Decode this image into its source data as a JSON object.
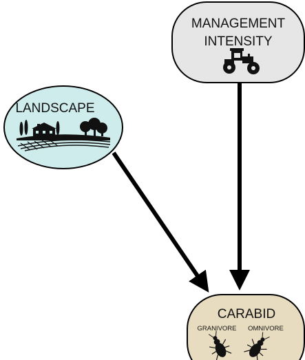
{
  "nodes": {
    "management": {
      "label_line1": "MANAGEMENT",
      "label_line2": "INTENSITY",
      "icon": "tractor-icon",
      "fill": "#e6e6e6"
    },
    "landscape": {
      "label": "LANDSCAPE",
      "icon": "farm-landscape-icon",
      "fill": "#cfecec"
    },
    "carabid": {
      "label": "CARABID",
      "sublabel_left": "GRANIVORE",
      "sublabel_right": "OMNIVORE",
      "icons": [
        "beetle-icon",
        "beetle-icon"
      ],
      "fill": "#e8dcc0"
    }
  },
  "edges": [
    {
      "from": "landscape",
      "to": "carabid"
    },
    {
      "from": "management",
      "to": "carabid"
    }
  ],
  "colors": {
    "stroke": "#000000",
    "arrow": "#000000"
  }
}
